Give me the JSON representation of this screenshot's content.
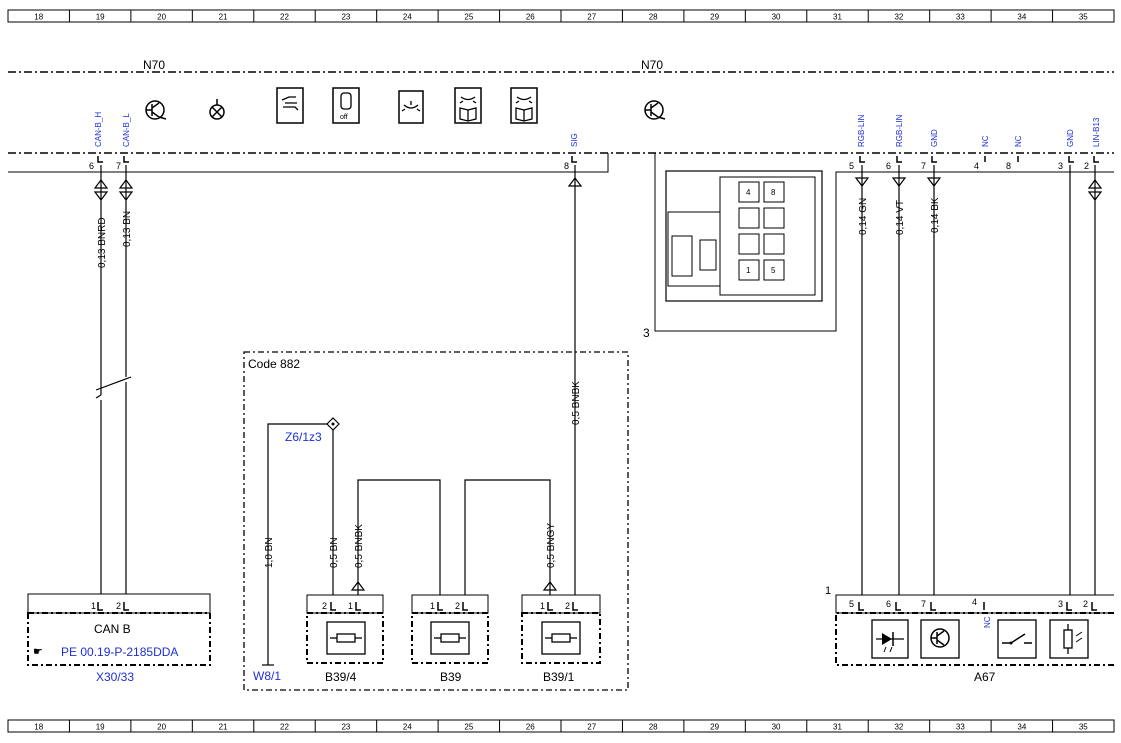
{
  "grid": {
    "columns": [
      "18",
      "19",
      "20",
      "21",
      "22",
      "23",
      "24",
      "25",
      "26",
      "27",
      "28",
      "29",
      "30",
      "31",
      "32",
      "33",
      "34",
      "35"
    ]
  },
  "components": {
    "n70_left": "N70",
    "n70_right": "N70",
    "code_box": "Code 882",
    "can_b": "CAN B",
    "pe_ref": "PE 00.19-P-2185DDA",
    "x30_33": "X30/33",
    "z6": "Z6/1z3",
    "w8": "W8/1",
    "b39_4": "B39/4",
    "b39": "B39",
    "b39_1": "B39/1",
    "a67": "A67",
    "conn_label": "3",
    "a67_num": "1"
  },
  "pin_signals": {
    "can_b_h": "CAN-B_H",
    "can_b_l": "CAN-B_L",
    "sig": "SIG",
    "rgb_lin_1": "RGB-LIN",
    "rgb_lin_2": "RGB-LIN",
    "gnd_1": "GND",
    "nc_1": "NC",
    "nc_2": "NC",
    "gnd_2": "GND",
    "lin_b13": "LIN-B13",
    "nc_a67": "NC"
  },
  "pin_numbers": {
    "n70_6": "6",
    "n70_7": "7",
    "n70_8": "8",
    "r5": "5",
    "r6": "6",
    "r7": "7",
    "r4": "4",
    "r8": "8",
    "r3": "3",
    "r2": "2",
    "x30_1": "1",
    "x30_2": "2",
    "b394_2": "2",
    "b394_1": "1",
    "b39_1": "1",
    "b39_2": "2",
    "b391_1": "1",
    "b391_2": "2",
    "a67_5": "5",
    "a67_6": "6",
    "a67_7": "7",
    "a67_4": "4",
    "a67_3": "3",
    "a67_2": "2",
    "plug_4": "4",
    "plug_8": "8",
    "plug_1": "1",
    "plug_5": "5"
  },
  "wires": {
    "w_bnrd": "0,13 BNRD",
    "w_bn013": "0,13 BN",
    "w_bnbk05": "0,5 BNBK",
    "w_gn": "0,14 GN",
    "w_vt": "0,14 VT",
    "w_bk": "0,14 BK",
    "w_10bn": "1,0 BN",
    "w_05bn": "0,5 BN",
    "w_05bnbk": "0,5 BNBK",
    "w_05bngy": "0,5 BNGY"
  },
  "icons": [
    "transistor-icon",
    "lamp-icon",
    "hand-switch-icon",
    "off-switch-icon",
    "reading-lamp-icon",
    "book-lamp-icon",
    "book-lamp-2-icon",
    "transistor-2-icon",
    "led-icon",
    "transistor-3-icon",
    "switch-icon",
    "photo-sensor-icon",
    "resistor-icon"
  ],
  "colors": {
    "signal_blue": "#1f2fd6",
    "line": "#000000"
  }
}
